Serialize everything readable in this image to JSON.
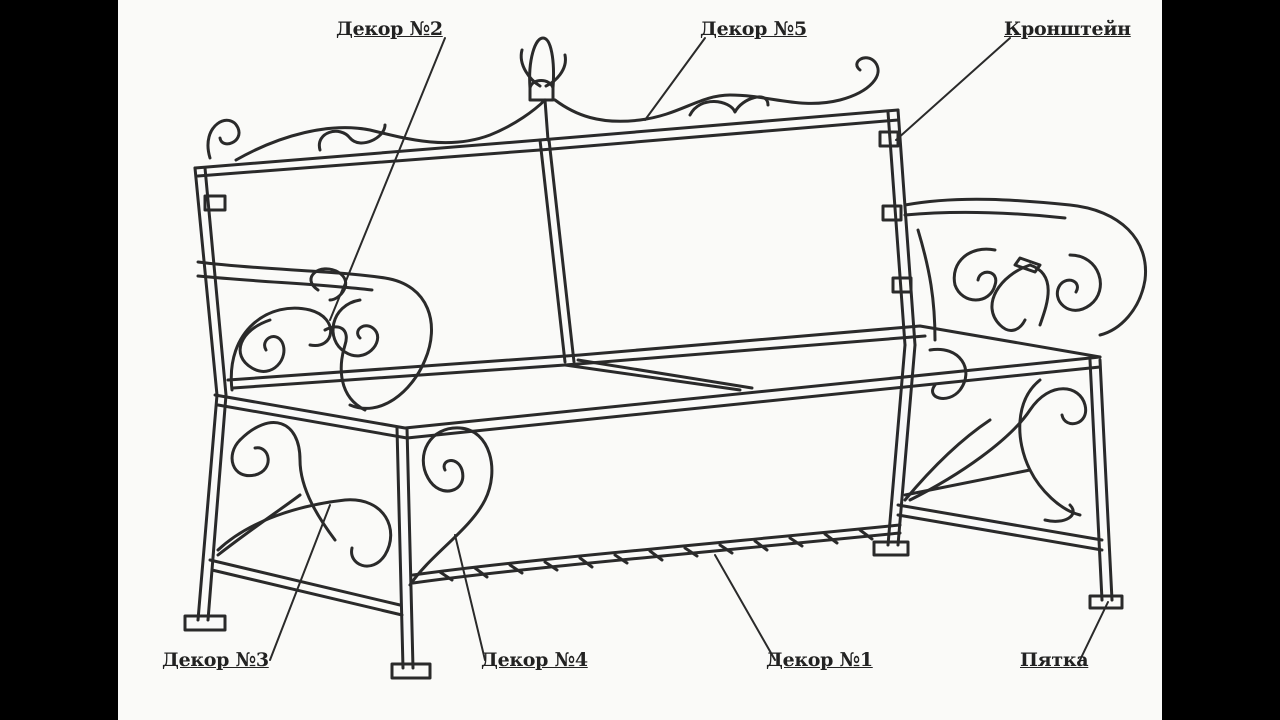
{
  "labels": {
    "decor2": "Декор №2",
    "decor5": "Декор №5",
    "bracket": "Кронштейн",
    "decor3": "Декор №3",
    "decor4": "Декор №4",
    "decor1": "Декор №1",
    "heel": "Пятка"
  },
  "colors": {
    "ink": "#2a2a2a",
    "paper": "#fafaf8",
    "border": "#000000"
  }
}
